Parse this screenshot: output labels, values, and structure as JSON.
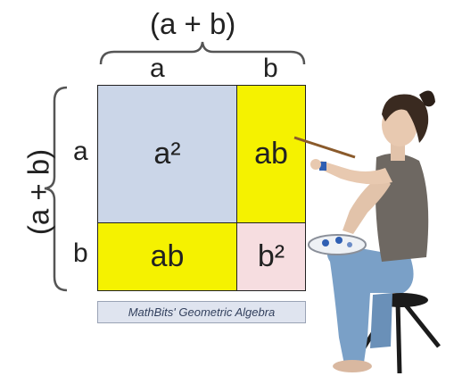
{
  "labels": {
    "top_title": "(a + b)",
    "side_title": "(a + b)",
    "col_a": "a",
    "col_b": "b",
    "row_a": "a",
    "row_b": "b"
  },
  "cells": {
    "a_squared": "a²",
    "ab_top": "ab",
    "ab_bottom": "ab",
    "b_squared": "b²"
  },
  "caption": "MathBits' Geometric Algebra",
  "colors": {
    "a_squared_fill": "#cbd6e8",
    "ab_fill": "#f5f200",
    "b_squared_fill": "#f6dde0",
    "line": "#222222",
    "caption_bg": "#dfe4ef"
  },
  "icons": {
    "illustration": "woman-painting-icon"
  }
}
